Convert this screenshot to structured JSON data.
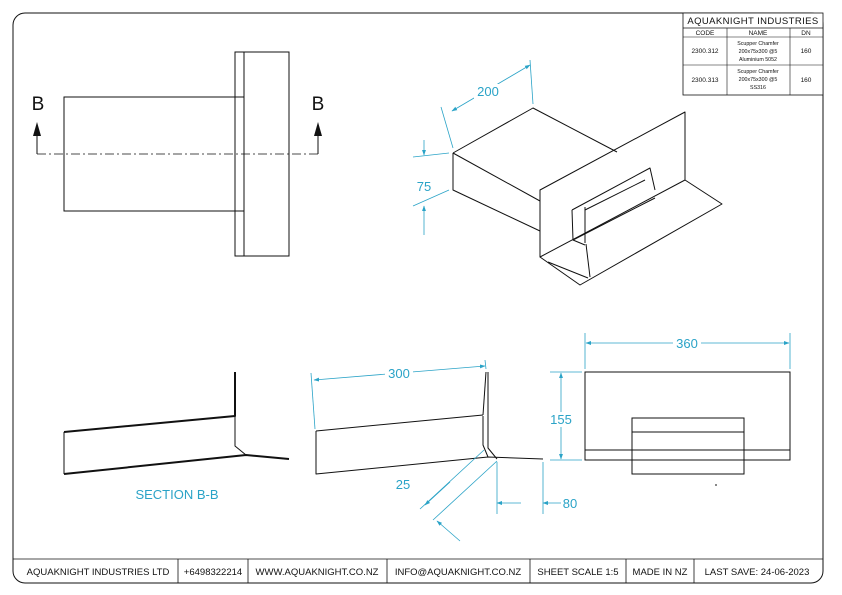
{
  "title_block": {
    "company": "AQUAKNIGHT INDUSTRIES",
    "headers": {
      "code": "CODE",
      "name": "NAME",
      "dn": "DN"
    },
    "rows": [
      {
        "code": "2300.312",
        "name_lines": [
          "Scupper Chamfer",
          "200x75x300 @5",
          "Aluminium 5052"
        ],
        "dn": "160"
      },
      {
        "code": "2300.313",
        "name_lines": [
          "Scupper Chamfer",
          "200x75x300 @5",
          "SS316"
        ],
        "dn": "160"
      }
    ]
  },
  "section_markers": {
    "left": "B",
    "right": "B"
  },
  "section_label": "SECTION B-B",
  "dimensions": {
    "iso_width": "200",
    "iso_height": "75",
    "side_length": "300",
    "chamfer": "25",
    "flange_depth": "80",
    "front_width": "360",
    "front_height": "155"
  },
  "footer": {
    "company": "AQUAKNIGHT INDUSTRIES LTD",
    "phone": "+6498322214",
    "web": "WWW.AQUAKNIGHT.CO.NZ",
    "email": "INFO@AQUAKNIGHT.CO.NZ",
    "scale": "SHEET SCALE 1:5",
    "origin": "MADE IN NZ",
    "last_save": "LAST SAVE: 24-06-2023"
  },
  "colors": {
    "line": "#111111",
    "dimension": "#2aa3c7",
    "paper": "#ffffff"
  }
}
